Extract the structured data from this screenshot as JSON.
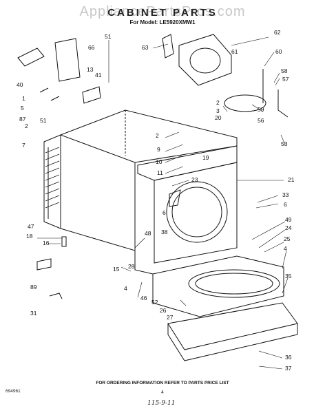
{
  "watermark": "AppliancePartsPros.com",
  "header": {
    "title": "CABINET PARTS",
    "model": "For Model: LE5920XMW1"
  },
  "footer": {
    "ordering_note": "FOR ORDERING INFORMATION REFER TO PARTS PRICE LIST",
    "doc_number": "694961",
    "page_number": "4",
    "handwritten_date": "115-9-11"
  },
  "callouts": [
    "1",
    "2",
    "3",
    "4",
    "5",
    "6",
    "7",
    "9",
    "10",
    "11",
    "13",
    "15",
    "16",
    "18",
    "19",
    "20",
    "21",
    "23",
    "24",
    "25",
    "26",
    "27",
    "28",
    "31",
    "33",
    "35",
    "36",
    "37",
    "38",
    "40",
    "41",
    "46",
    "47",
    "48",
    "49",
    "51",
    "52",
    "53",
    "56",
    "57",
    "58",
    "59",
    "60",
    "61",
    "62",
    "63",
    "66",
    "87",
    "89"
  ],
  "colors": {
    "ink": "#111111",
    "watermark": "#c8c8c8",
    "background": "#ffffff"
  }
}
